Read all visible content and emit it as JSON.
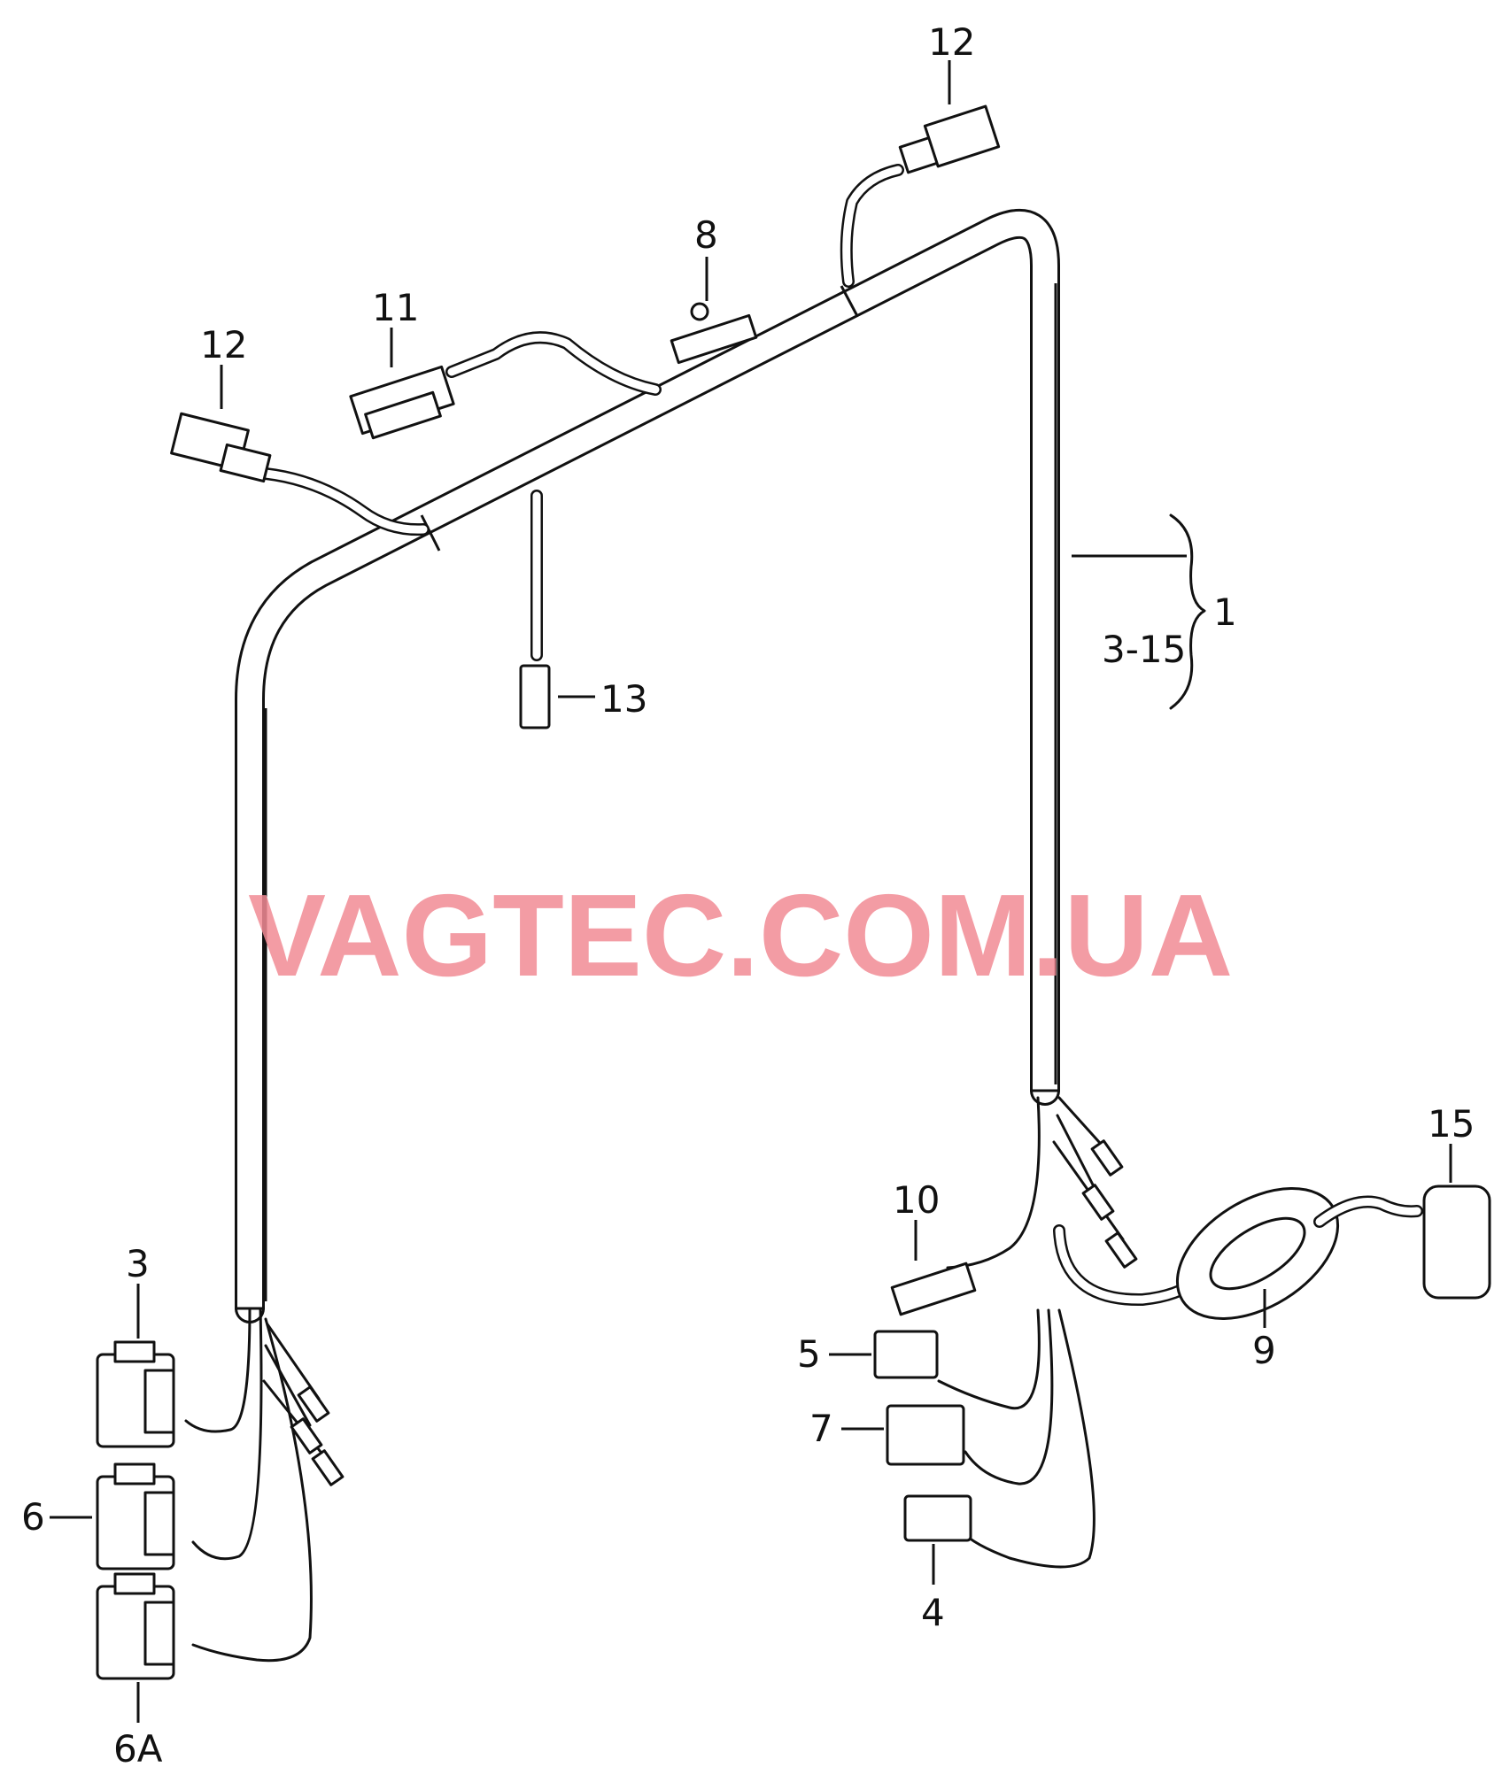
{
  "watermark": "VAGTEC.COM.UA",
  "callouts": {
    "c12_top": "12",
    "c8": "8",
    "c11": "11",
    "c12_left": "12",
    "c13": "13",
    "c1": "1",
    "c3_15": "3-15",
    "c3": "3",
    "c6": "6",
    "c6a": "6A",
    "c10": "10",
    "c15": "15",
    "c5": "5",
    "c7": "7",
    "c9": "9",
    "c4": "4"
  }
}
